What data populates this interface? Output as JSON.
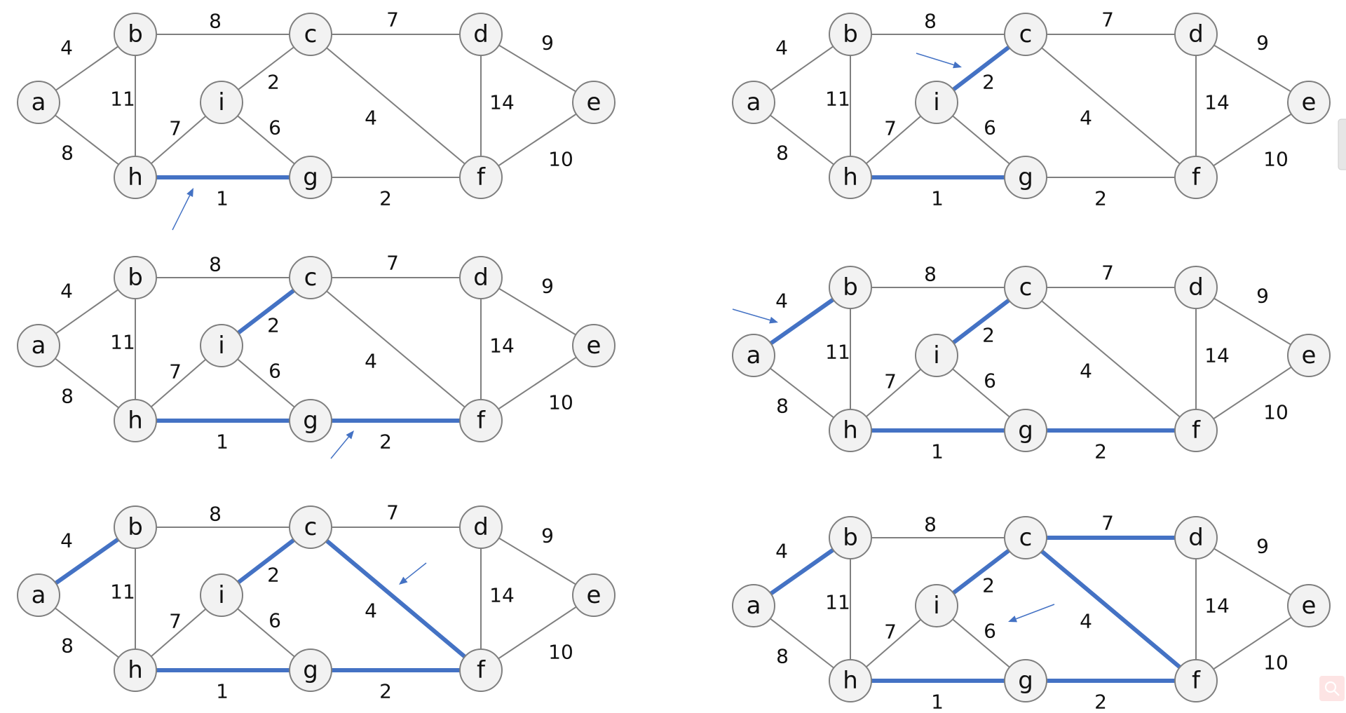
{
  "nodes": [
    {
      "id": "a",
      "label": "a"
    },
    {
      "id": "b",
      "label": "b"
    },
    {
      "id": "c",
      "label": "c"
    },
    {
      "id": "d",
      "label": "d"
    },
    {
      "id": "e",
      "label": "e"
    },
    {
      "id": "f",
      "label": "f"
    },
    {
      "id": "g",
      "label": "g"
    },
    {
      "id": "h",
      "label": "h"
    },
    {
      "id": "i",
      "label": "i"
    }
  ],
  "edges": [
    {
      "from": "a",
      "to": "b",
      "weight": "4"
    },
    {
      "from": "a",
      "to": "h",
      "weight": "8"
    },
    {
      "from": "b",
      "to": "c",
      "weight": "8"
    },
    {
      "from": "b",
      "to": "h",
      "weight": "11"
    },
    {
      "from": "c",
      "to": "d",
      "weight": "7"
    },
    {
      "from": "c",
      "to": "i",
      "weight": "2"
    },
    {
      "from": "c",
      "to": "f",
      "weight": "4"
    },
    {
      "from": "d",
      "to": "e",
      "weight": "9"
    },
    {
      "from": "d",
      "to": "f",
      "weight": "14"
    },
    {
      "from": "e",
      "to": "f",
      "weight": "10"
    },
    {
      "from": "f",
      "to": "g",
      "weight": "2"
    },
    {
      "from": "g",
      "to": "h",
      "weight": "1"
    },
    {
      "from": "g",
      "to": "i",
      "weight": "6"
    },
    {
      "from": "h",
      "to": "i",
      "weight": "7"
    }
  ],
  "panels": [
    {
      "step": 1,
      "highlighted_edges": [
        "g-h"
      ],
      "arrow_edge": "g-h"
    },
    {
      "step": 2,
      "highlighted_edges": [
        "g-h",
        "c-i"
      ],
      "arrow_edge": "c-i"
    },
    {
      "step": 3,
      "highlighted_edges": [
        "g-h",
        "c-i",
        "f-g"
      ],
      "arrow_edge": "f-g"
    },
    {
      "step": 4,
      "highlighted_edges": [
        "g-h",
        "c-i",
        "f-g",
        "a-b"
      ],
      "arrow_edge": "a-b"
    },
    {
      "step": 5,
      "highlighted_edges": [
        "g-h",
        "c-i",
        "f-g",
        "a-b",
        "c-f"
      ],
      "arrow_edge": "c-f"
    },
    {
      "step": 6,
      "highlighted_edges": [
        "g-h",
        "c-i",
        "f-g",
        "a-b",
        "c-f",
        "c-d"
      ],
      "arrow_edge": "g-i"
    }
  ],
  "colors": {
    "highlight": "#4472c4",
    "edge": "#7f7f7f",
    "node_fill": "#f2f2f2",
    "node_stroke": "#7f7f7f",
    "text": "#111111"
  },
  "icons": {
    "side_tab": "side-tab-icon",
    "search": "search-icon"
  }
}
